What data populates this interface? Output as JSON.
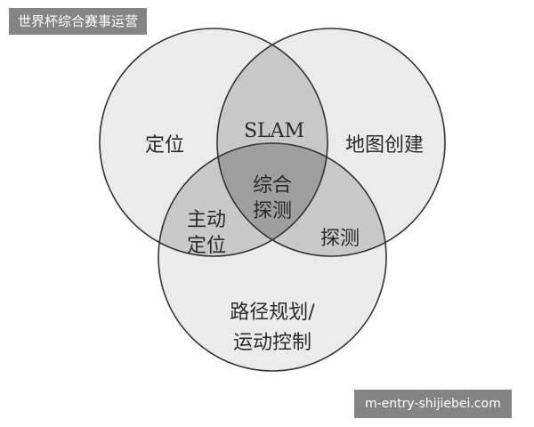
{
  "watermark_top": "世界杯综合赛事运营",
  "watermark_bottom": "m-entry-shijiebei.com",
  "venn": {
    "left_only": "定位",
    "right_only": "地图创建",
    "left_right": "SLAM",
    "center_line1": "综合",
    "center_line2": "探测",
    "left_bottom_line1": "主动",
    "left_bottom_line2": "定位",
    "right_bottom": "探测",
    "bottom_line1": "路径规划/",
    "bottom_line2": "运动控制"
  },
  "colors": {
    "single": "#ebebeb",
    "double": "#c9c9c9",
    "triple": "#9f9f9f",
    "stroke": "#333333"
  }
}
